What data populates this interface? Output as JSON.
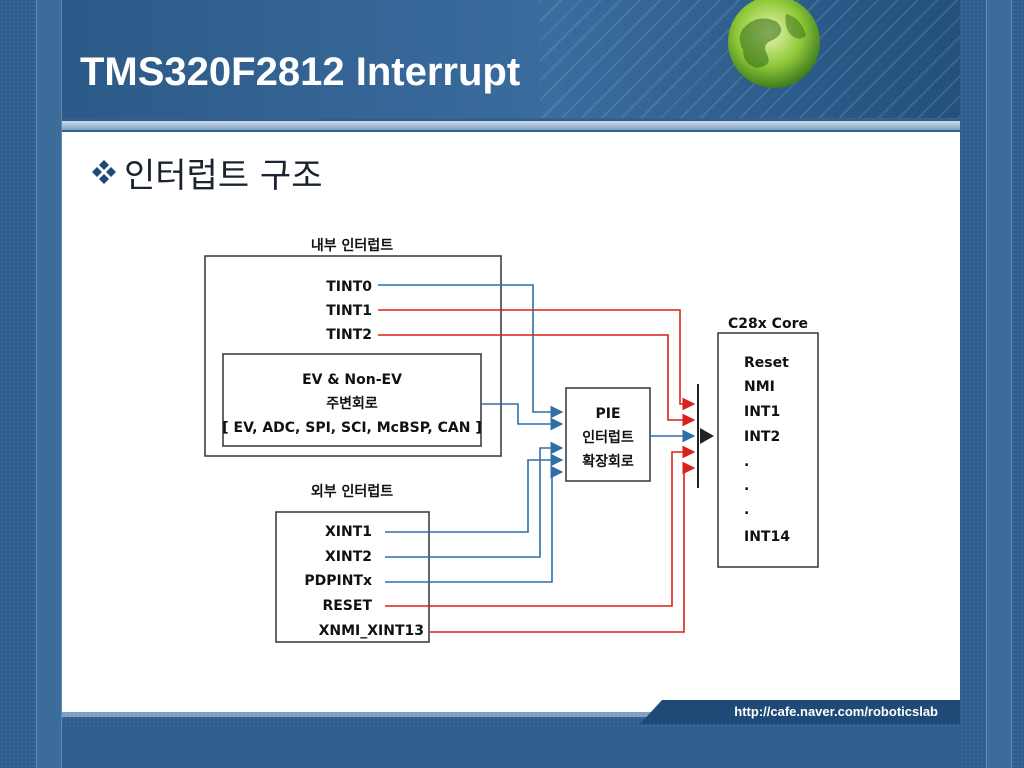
{
  "slide": {
    "title": "TMS320F2812 Interrupt",
    "bullet_icon": "four-diamond-bullet-icon",
    "bullet_text": "인터럽트 구조",
    "footer_url": "http://cafe.naver.com/roboticslab"
  },
  "colors": {
    "accent_blue": "#2f6fa8",
    "signal_red": "#d9221c",
    "background_blue": "#2f5d8c"
  },
  "diagram": {
    "internal_group_label": "내부 인터럽트",
    "internal_signals": [
      "TINT0",
      "TINT1",
      "TINT2"
    ],
    "peripheral_box_lines": [
      "EV & Non-EV",
      "주변회로",
      "[ EV, ADC, SPI, SCI, McBSP, CAN ]"
    ],
    "external_group_label": "외부 인터럽트",
    "external_signals": [
      "XINT1",
      "XINT2",
      "PDPINTx",
      "RESET",
      "XNMI_XINT13"
    ],
    "pie_box_lines": [
      "PIE",
      "인터럽트",
      "확장회로"
    ],
    "core_label": "C28x Core",
    "core_lines": [
      "Reset",
      "NMI",
      "INT1",
      "INT2",
      ".",
      ".",
      ".",
      "INT14"
    ]
  }
}
